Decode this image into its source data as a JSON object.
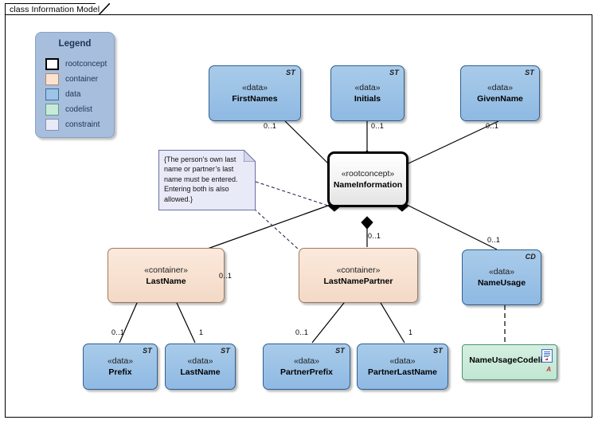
{
  "diagram": {
    "title": "class Information Model"
  },
  "legend": {
    "title": "Legend",
    "items": [
      {
        "label": "rootconcept",
        "color": "#ffffff"
      },
      {
        "label": "container",
        "color": "#fbe3d0"
      },
      {
        "label": "data",
        "color": "#9dc3e6"
      },
      {
        "label": "codelist",
        "color": "#c9ead8"
      },
      {
        "label": "constraint",
        "color": "#e9eaf8"
      }
    ]
  },
  "nodes": {
    "first_names": {
      "stereotype": "«data»",
      "name": "FirstNames",
      "corner": "ST"
    },
    "initials": {
      "stereotype": "«data»",
      "name": "Initials",
      "corner": "ST"
    },
    "given_name": {
      "stereotype": "«data»",
      "name": "GivenName",
      "corner": "ST"
    },
    "name_information": {
      "stereotype": "«rootconcept»",
      "name": "NameInformation",
      "corner": ""
    },
    "last_name": {
      "stereotype": "«container»",
      "name": "LastName",
      "corner": ""
    },
    "last_name_partner": {
      "stereotype": "«container»",
      "name": "LastNamePartner",
      "corner": ""
    },
    "name_usage": {
      "stereotype": "«data»",
      "name": "NameUsage",
      "corner": "CD"
    },
    "prefix": {
      "stereotype": "«data»",
      "name": "Prefix",
      "corner": "ST"
    },
    "last_name_leaf": {
      "stereotype": "«data»",
      "name": "LastName",
      "corner": "ST"
    },
    "partner_prefix": {
      "stereotype": "«data»",
      "name": "PartnerPrefix",
      "corner": "ST"
    },
    "partner_last_name": {
      "stereotype": "«data»",
      "name": "PartnerLastName",
      "corner": "ST"
    },
    "name_usage_codelist": {
      "stereotype": "",
      "name": "NameUsageCodelist",
      "corner": ""
    }
  },
  "note": {
    "text": "{The person’s own last name or partner’s last name must be entered. Entering both is also allowed.}"
  },
  "multiplicities": {
    "first_names": "0..1",
    "initials": "0..1",
    "given_name": "0..1",
    "last_name_top": "0..1",
    "last_name_partner_top": "0..1",
    "name_usage_top": "0..1",
    "prefix": "0..1",
    "last_name_leaf": "1",
    "partner_prefix": "0..1",
    "partner_last_name": "1"
  },
  "colors": {
    "data": "#9dc3e6",
    "container": "#fbe3d0",
    "codelist": "#c9ead8",
    "constraint": "#e9eaf8",
    "legend_bg": "#a7bedd",
    "line": "#000000"
  }
}
